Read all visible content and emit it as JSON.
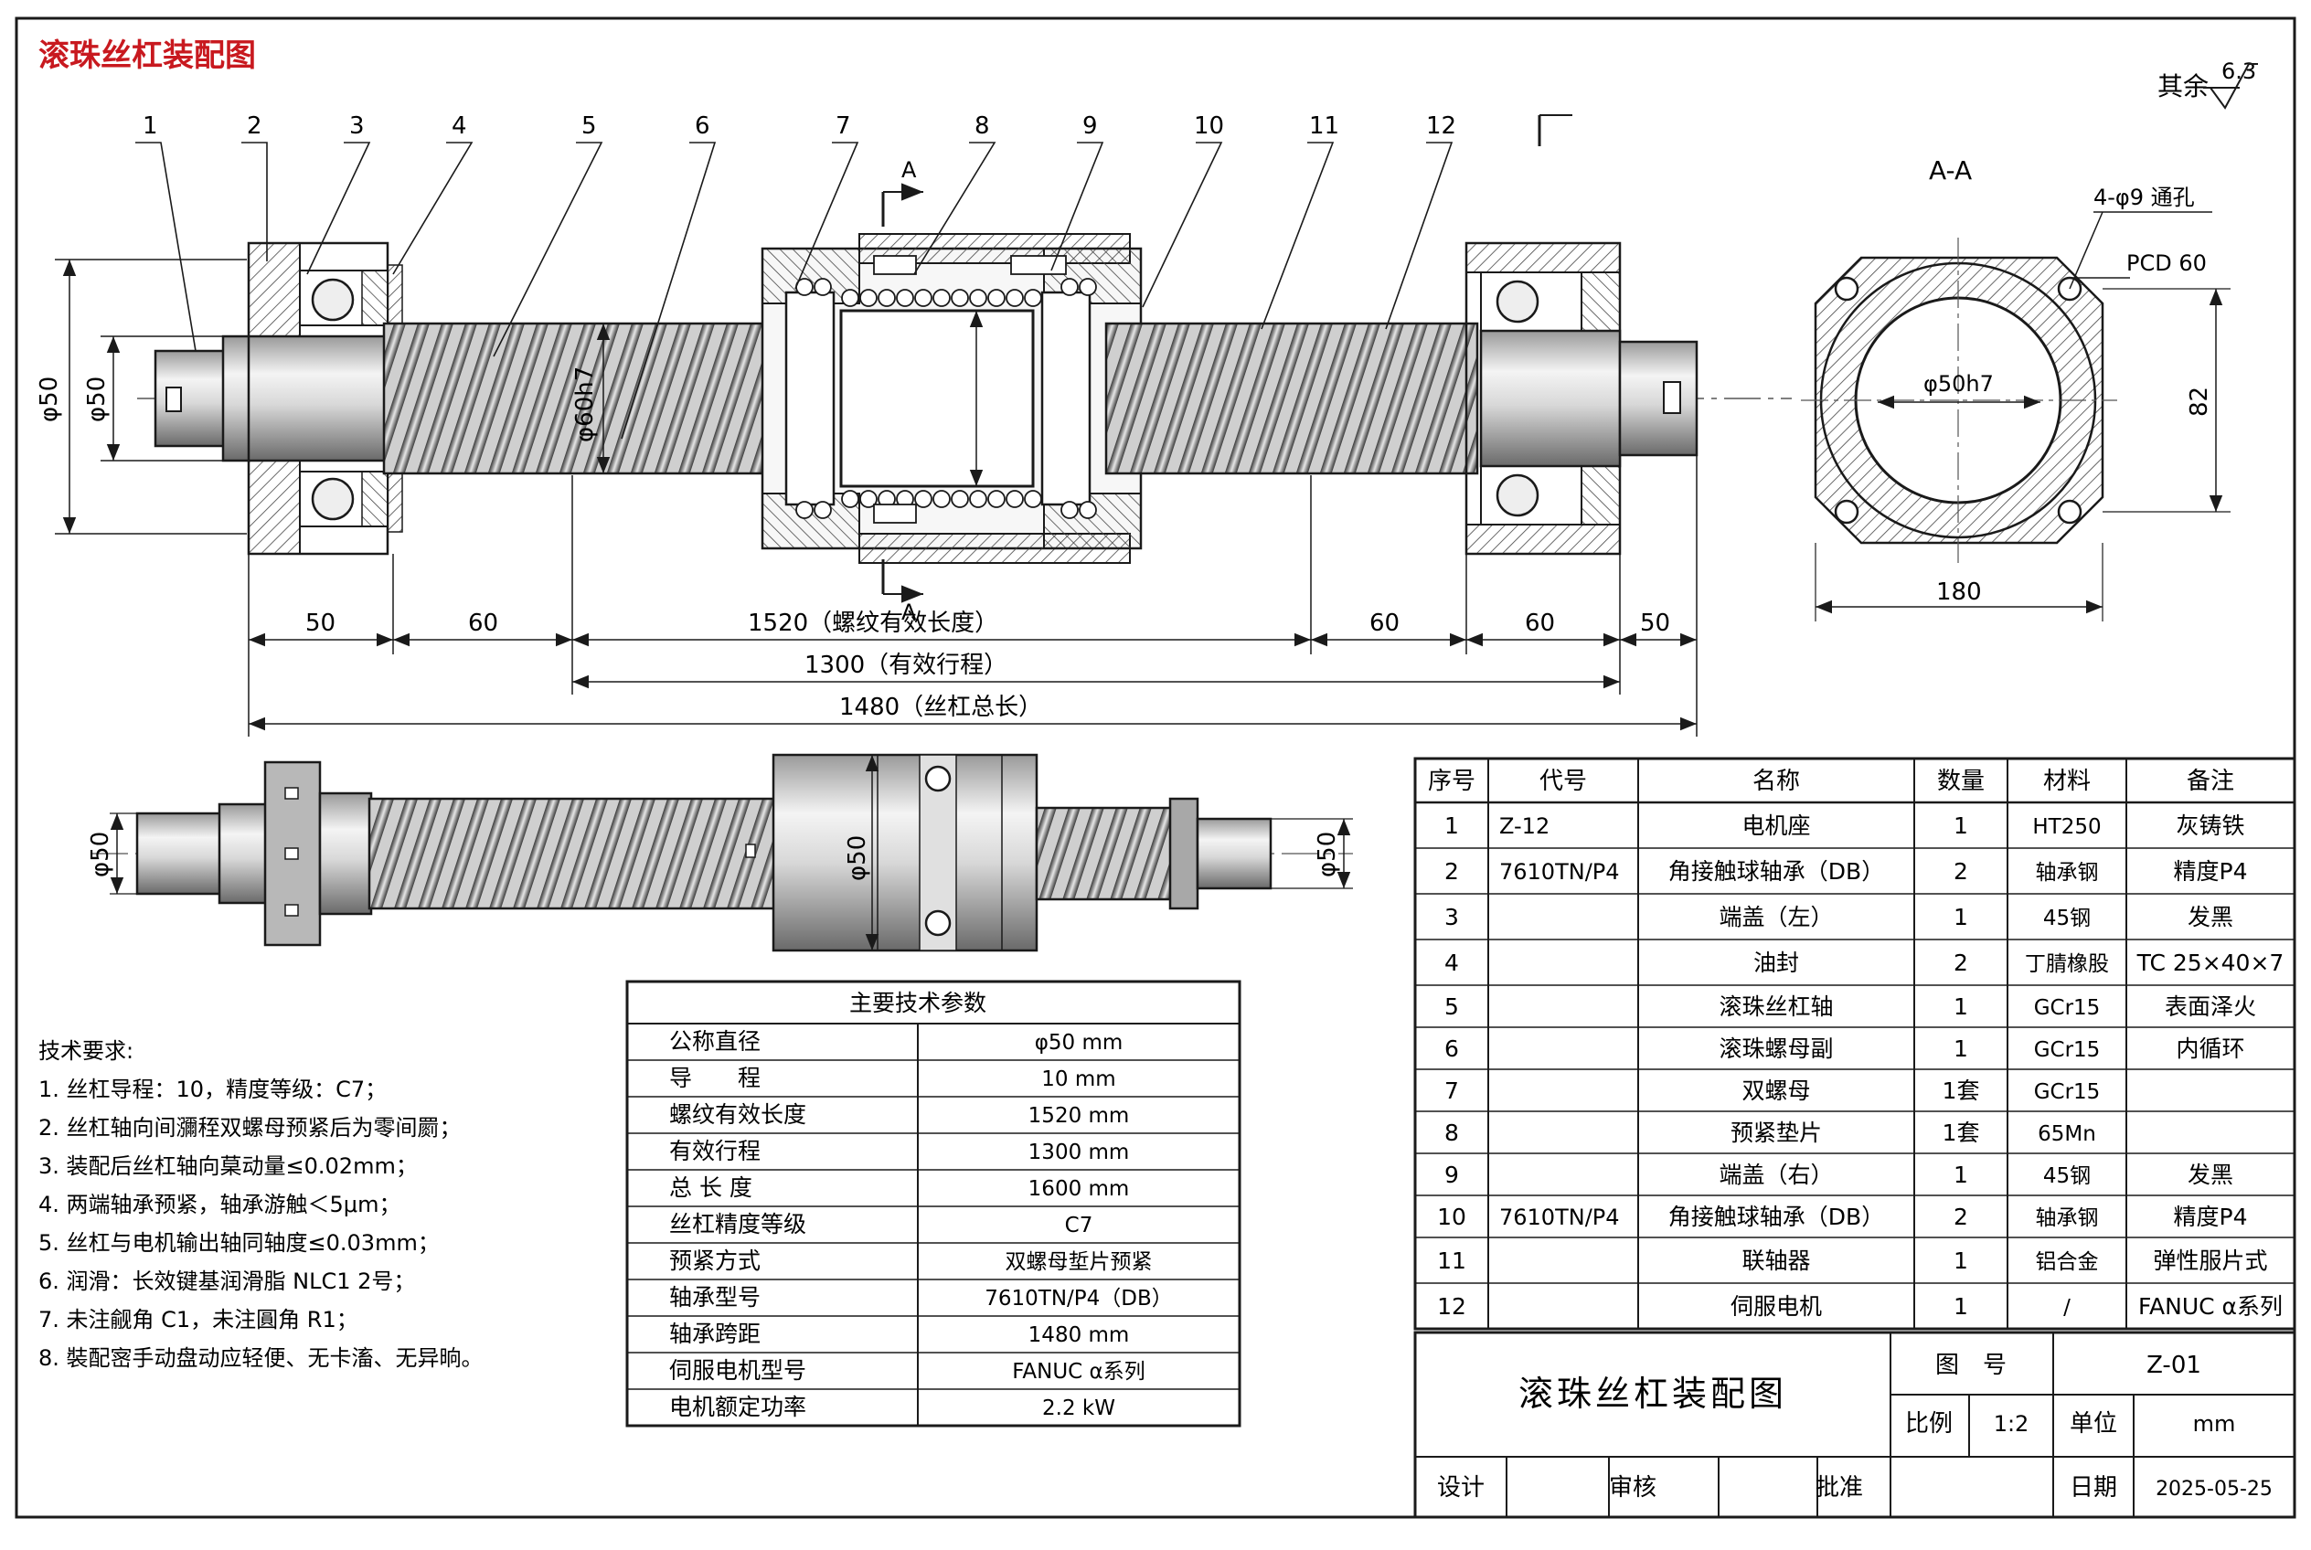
{
  "title": "滚珠丝杠装配图",
  "roughness": {
    "label": "其余",
    "value": "6.3"
  },
  "callouts": [
    "1",
    "2",
    "3",
    "4",
    "5",
    "6",
    "7",
    "8",
    "9",
    "10",
    "11",
    "12"
  ],
  "section": {
    "name": "A-A",
    "mark": "A"
  },
  "side_view": {
    "holes": "4-φ9 通孔",
    "pcd": "PCD 60",
    "bore": "φ50h7",
    "height": "82",
    "width": "180"
  },
  "main_view_dims": {
    "left_d1": "φ50",
    "left_d2": "φ50",
    "screw_d": "φ60h7",
    "seg": [
      "50",
      "60",
      "1520（螺纹有效长度）",
      "60",
      "60",
      "50"
    ],
    "stroke": "1300（有效行程）",
    "total": "1480（丝杠总长）"
  },
  "bottom_view_dims": {
    "left": "φ50",
    "mid": "φ50",
    "right": "φ50"
  },
  "tech_requirements": {
    "heading": "技术要求:",
    "items": [
      "1. 丝杠导程：10，精度等级：C7；",
      "2. 丝杠轴向间瀰秷双螺母预紧后为零间罽；",
      "3. 装配后丝杠轴向菒动量≤0.02mm；",
      "4. 两端轴承预紧，轴承游触＜5μm；",
      "5. 丝杠与电机输出轴同轴度≤0.03mm；",
      "6. 润滑：长效键基润滑脂 NLC1 2号；",
      "7. 未注觎角 C1，未注圓角 R1；",
      "8. 裝配宻手动盘动应轻便、无卡滀、无异晌。"
    ]
  },
  "params": {
    "heading": "主要技术参数",
    "rows": [
      [
        "公称直径",
        "φ50 mm"
      ],
      [
        "导　　程",
        "10 mm"
      ],
      [
        "螺纹有效长度",
        "1520 mm"
      ],
      [
        "有效行程",
        "1300 mm"
      ],
      [
        "总 长 度",
        "1600 mm"
      ],
      [
        "丝杠精度等级",
        "C7"
      ],
      [
        "预紧方式",
        "双螺母埑片预紧"
      ],
      [
        "轴承型号",
        "7610TN/P4（DB）"
      ],
      [
        "轴承跨距",
        "1480 mm"
      ],
      [
        "伺服电机型号",
        "FANUC α系列"
      ],
      [
        "电机额定功率",
        "2.2 kW"
      ]
    ]
  },
  "bom": {
    "headers": [
      "序号",
      "代号",
      "名称",
      "数量",
      "材料",
      "备注"
    ],
    "rows": [
      [
        "1",
        "Z-12",
        "电机座",
        "1",
        "HT250",
        "灰铸铁"
      ],
      [
        "2",
        "7610TN/P4",
        "角接触球轴承（DB）",
        "2",
        "轴承钢",
        "精度P4"
      ],
      [
        "3",
        "",
        "端盖（左）",
        "1",
        "45钢",
        "发黑"
      ],
      [
        "4",
        "",
        "油封",
        "2",
        "丁腈橡股",
        "TC 25×40×7"
      ],
      [
        "5",
        "",
        "滚珠丝杠轴",
        "1",
        "GCr15",
        "表面泽火"
      ],
      [
        "6",
        "",
        "滚珠螺母副",
        "1",
        "GCr15",
        "内循环"
      ],
      [
        "7",
        "",
        "双螺母",
        "1套",
        "GCr15",
        ""
      ],
      [
        "8",
        "",
        "预紧垫片",
        "1套",
        "65Mn",
        ""
      ],
      [
        "9",
        "",
        "端盖（右）",
        "1",
        "45钢",
        "发黑"
      ],
      [
        "10",
        "7610TN/P4",
        "角接触球轴承（DB）",
        "2",
        "轴承钢",
        "精度P4"
      ],
      [
        "11",
        "",
        "联轴器",
        "1",
        "铝合金",
        "弹性服片式"
      ],
      [
        "12",
        "",
        "伺服电机",
        "1",
        "/",
        "FANUC α系列"
      ]
    ]
  },
  "title_block": {
    "name": "滚珠丝杠装配图",
    "drawing_no_label": "图　号",
    "drawing_no": "Z-01",
    "scale_label": "比例",
    "scale": "1:2",
    "unit_label": "单位",
    "unit": "mm",
    "design": "设计",
    "review": "审核",
    "approve": "批准",
    "date_label": "日期",
    "date": "2025-05-25"
  }
}
